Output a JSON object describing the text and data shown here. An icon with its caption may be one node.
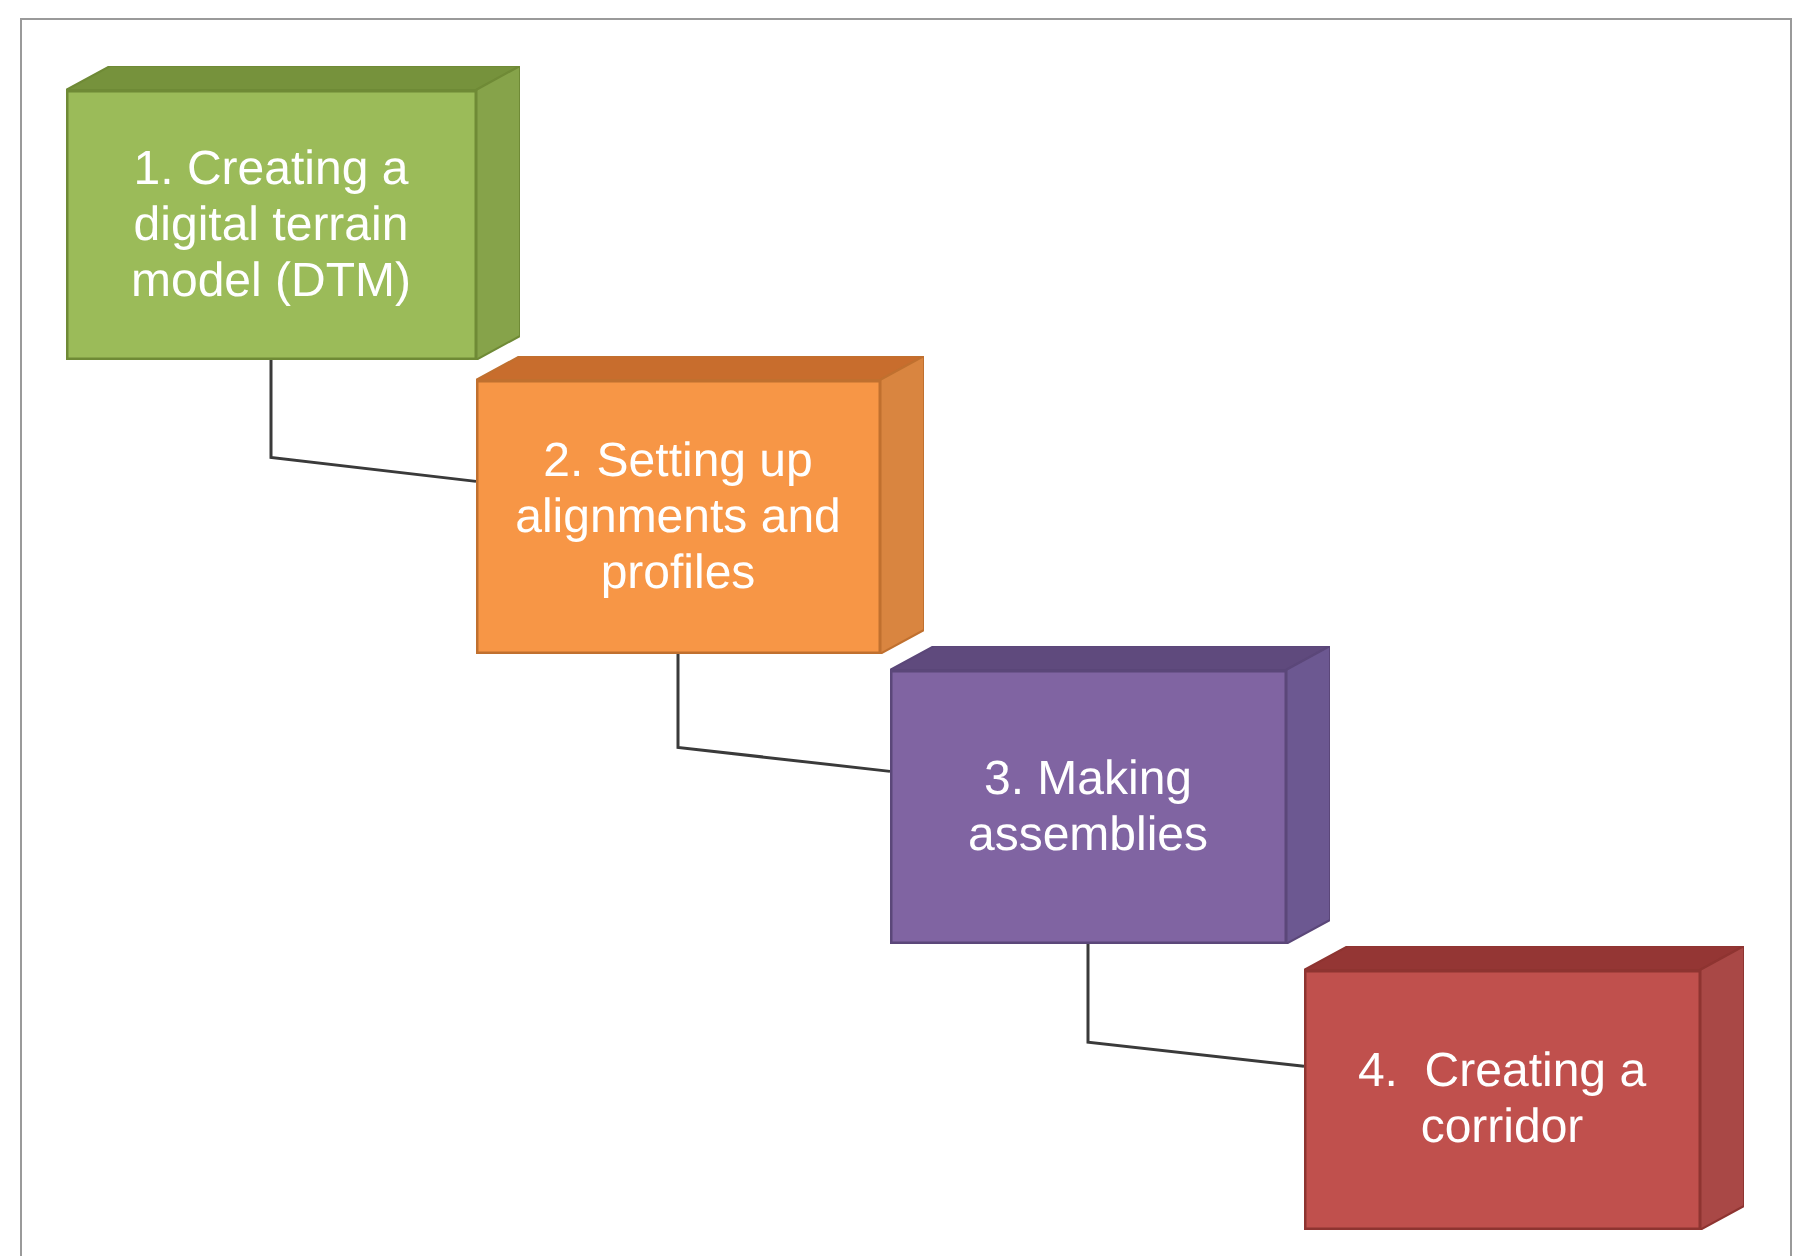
{
  "diagram": {
    "nodes": [
      {
        "text": [
          "1. Creating a digital terrain model (DTM)"
        ]
      },
      {
        "text": [
          "2. Setting up alignments and profiles"
        ]
      },
      {
        "text": [
          "3. Making assemblies"
        ]
      },
      {
        "text": [
          "4.  Creating a corridor"
        ]
      }
    ],
    "edges": [
      {
        "from": 0,
        "to": 1,
        "arrow": "none"
      },
      {
        "from": 1,
        "to": 2,
        "arrow": "none"
      },
      {
        "from": 2,
        "to": 3,
        "arrow": "none"
      }
    ]
  }
}
